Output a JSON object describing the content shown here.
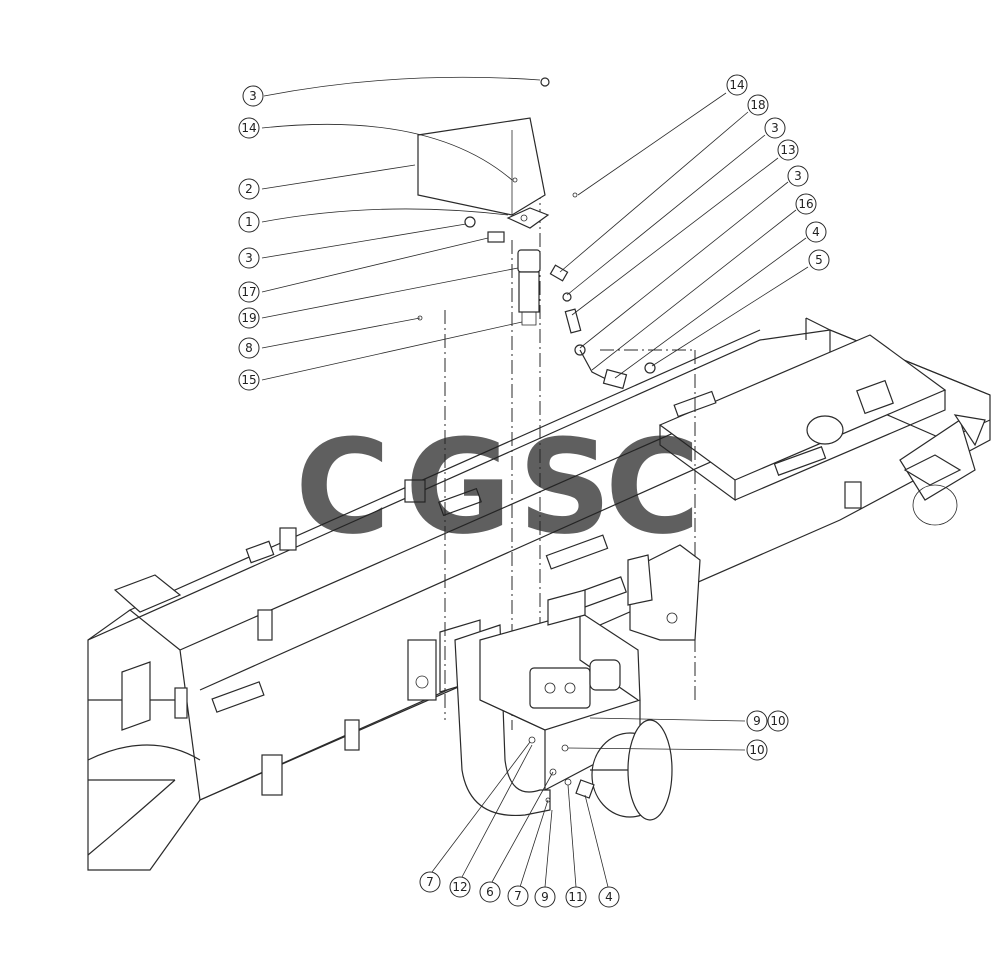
{
  "watermark": {
    "letters": [
      {
        "char": "C",
        "color": "#4285F4"
      },
      {
        "char": "G",
        "color": "#EA4335"
      },
      {
        "char": "S",
        "color": "#FBBC05"
      },
      {
        "char": "C",
        "color": "#34A853"
      }
    ]
  },
  "callouts": [
    {
      "id": "c-3-top",
      "label": "3"
    },
    {
      "id": "c-14-left",
      "label": "14"
    },
    {
      "id": "c-2",
      "label": "2"
    },
    {
      "id": "c-1",
      "label": "1"
    },
    {
      "id": "c-3-mid",
      "label": "3"
    },
    {
      "id": "c-17",
      "label": "17"
    },
    {
      "id": "c-19",
      "label": "19"
    },
    {
      "id": "c-8",
      "label": "8"
    },
    {
      "id": "c-15",
      "label": "15"
    },
    {
      "id": "c-14-right",
      "label": "14"
    },
    {
      "id": "c-18",
      "label": "18"
    },
    {
      "id": "c-3-r1",
      "label": "3"
    },
    {
      "id": "c-13",
      "label": "13"
    },
    {
      "id": "c-3-r2",
      "label": "3"
    },
    {
      "id": "c-16",
      "label": "16"
    },
    {
      "id": "c-4-right",
      "label": "4"
    },
    {
      "id": "c-5",
      "label": "5"
    },
    {
      "id": "c-9-right",
      "label": "9"
    },
    {
      "id": "c-10-right-a",
      "label": "10"
    },
    {
      "id": "c-10-right-b",
      "label": "10"
    },
    {
      "id": "c-7-a",
      "label": "7"
    },
    {
      "id": "c-12",
      "label": "12"
    },
    {
      "id": "c-6",
      "label": "6"
    },
    {
      "id": "c-7-b",
      "label": "7"
    },
    {
      "id": "c-9-bottom",
      "label": "9"
    },
    {
      "id": "c-11",
      "label": "11"
    },
    {
      "id": "c-4-bottom",
      "label": "4"
    }
  ]
}
